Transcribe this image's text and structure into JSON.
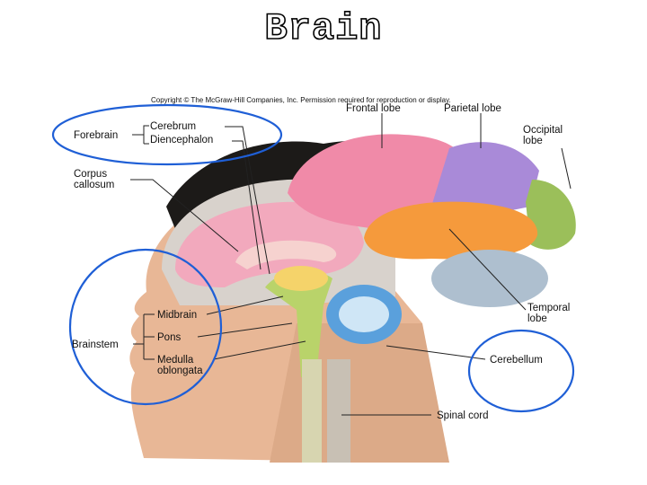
{
  "title": "Brain",
  "copyright": "Copyright © The McGraw-Hill Companies, Inc. Permission required for reproduction or display.",
  "labels": {
    "frontal_lobe": "Frontal lobe",
    "parietal_lobe": "Parietal lobe",
    "occipital_lobe_1": "Occipital",
    "occipital_lobe_2": "lobe",
    "forebrain": "Forebrain",
    "cerebrum": "Cerebrum",
    "diencephalon": "Diencephalon",
    "corpus_callosum_1": "Corpus",
    "corpus_callosum_2": "callosum",
    "midbrain": "Midbrain",
    "brainstem": "Brainstem",
    "pons": "Pons",
    "medulla_1": "Medulla",
    "medulla_2": "oblongata",
    "temporal_lobe_1": "Temporal",
    "temporal_lobe_2": "lobe",
    "cerebellum": "Cerebellum",
    "spinal_cord": "Spinal cord"
  },
  "colors": {
    "highlight_circle": "#1f5fd6",
    "frontal_lobe": "#f08aa8",
    "parietal_lobe": "#a98ad8",
    "occipital_lobe": "#9bbf5a",
    "temporal_lobe": "#f59a3c",
    "cerebellum": "#5aa0dc",
    "brainstem": "#b9d36a",
    "skin": "#e8b796",
    "hair": "#1c1a18"
  }
}
